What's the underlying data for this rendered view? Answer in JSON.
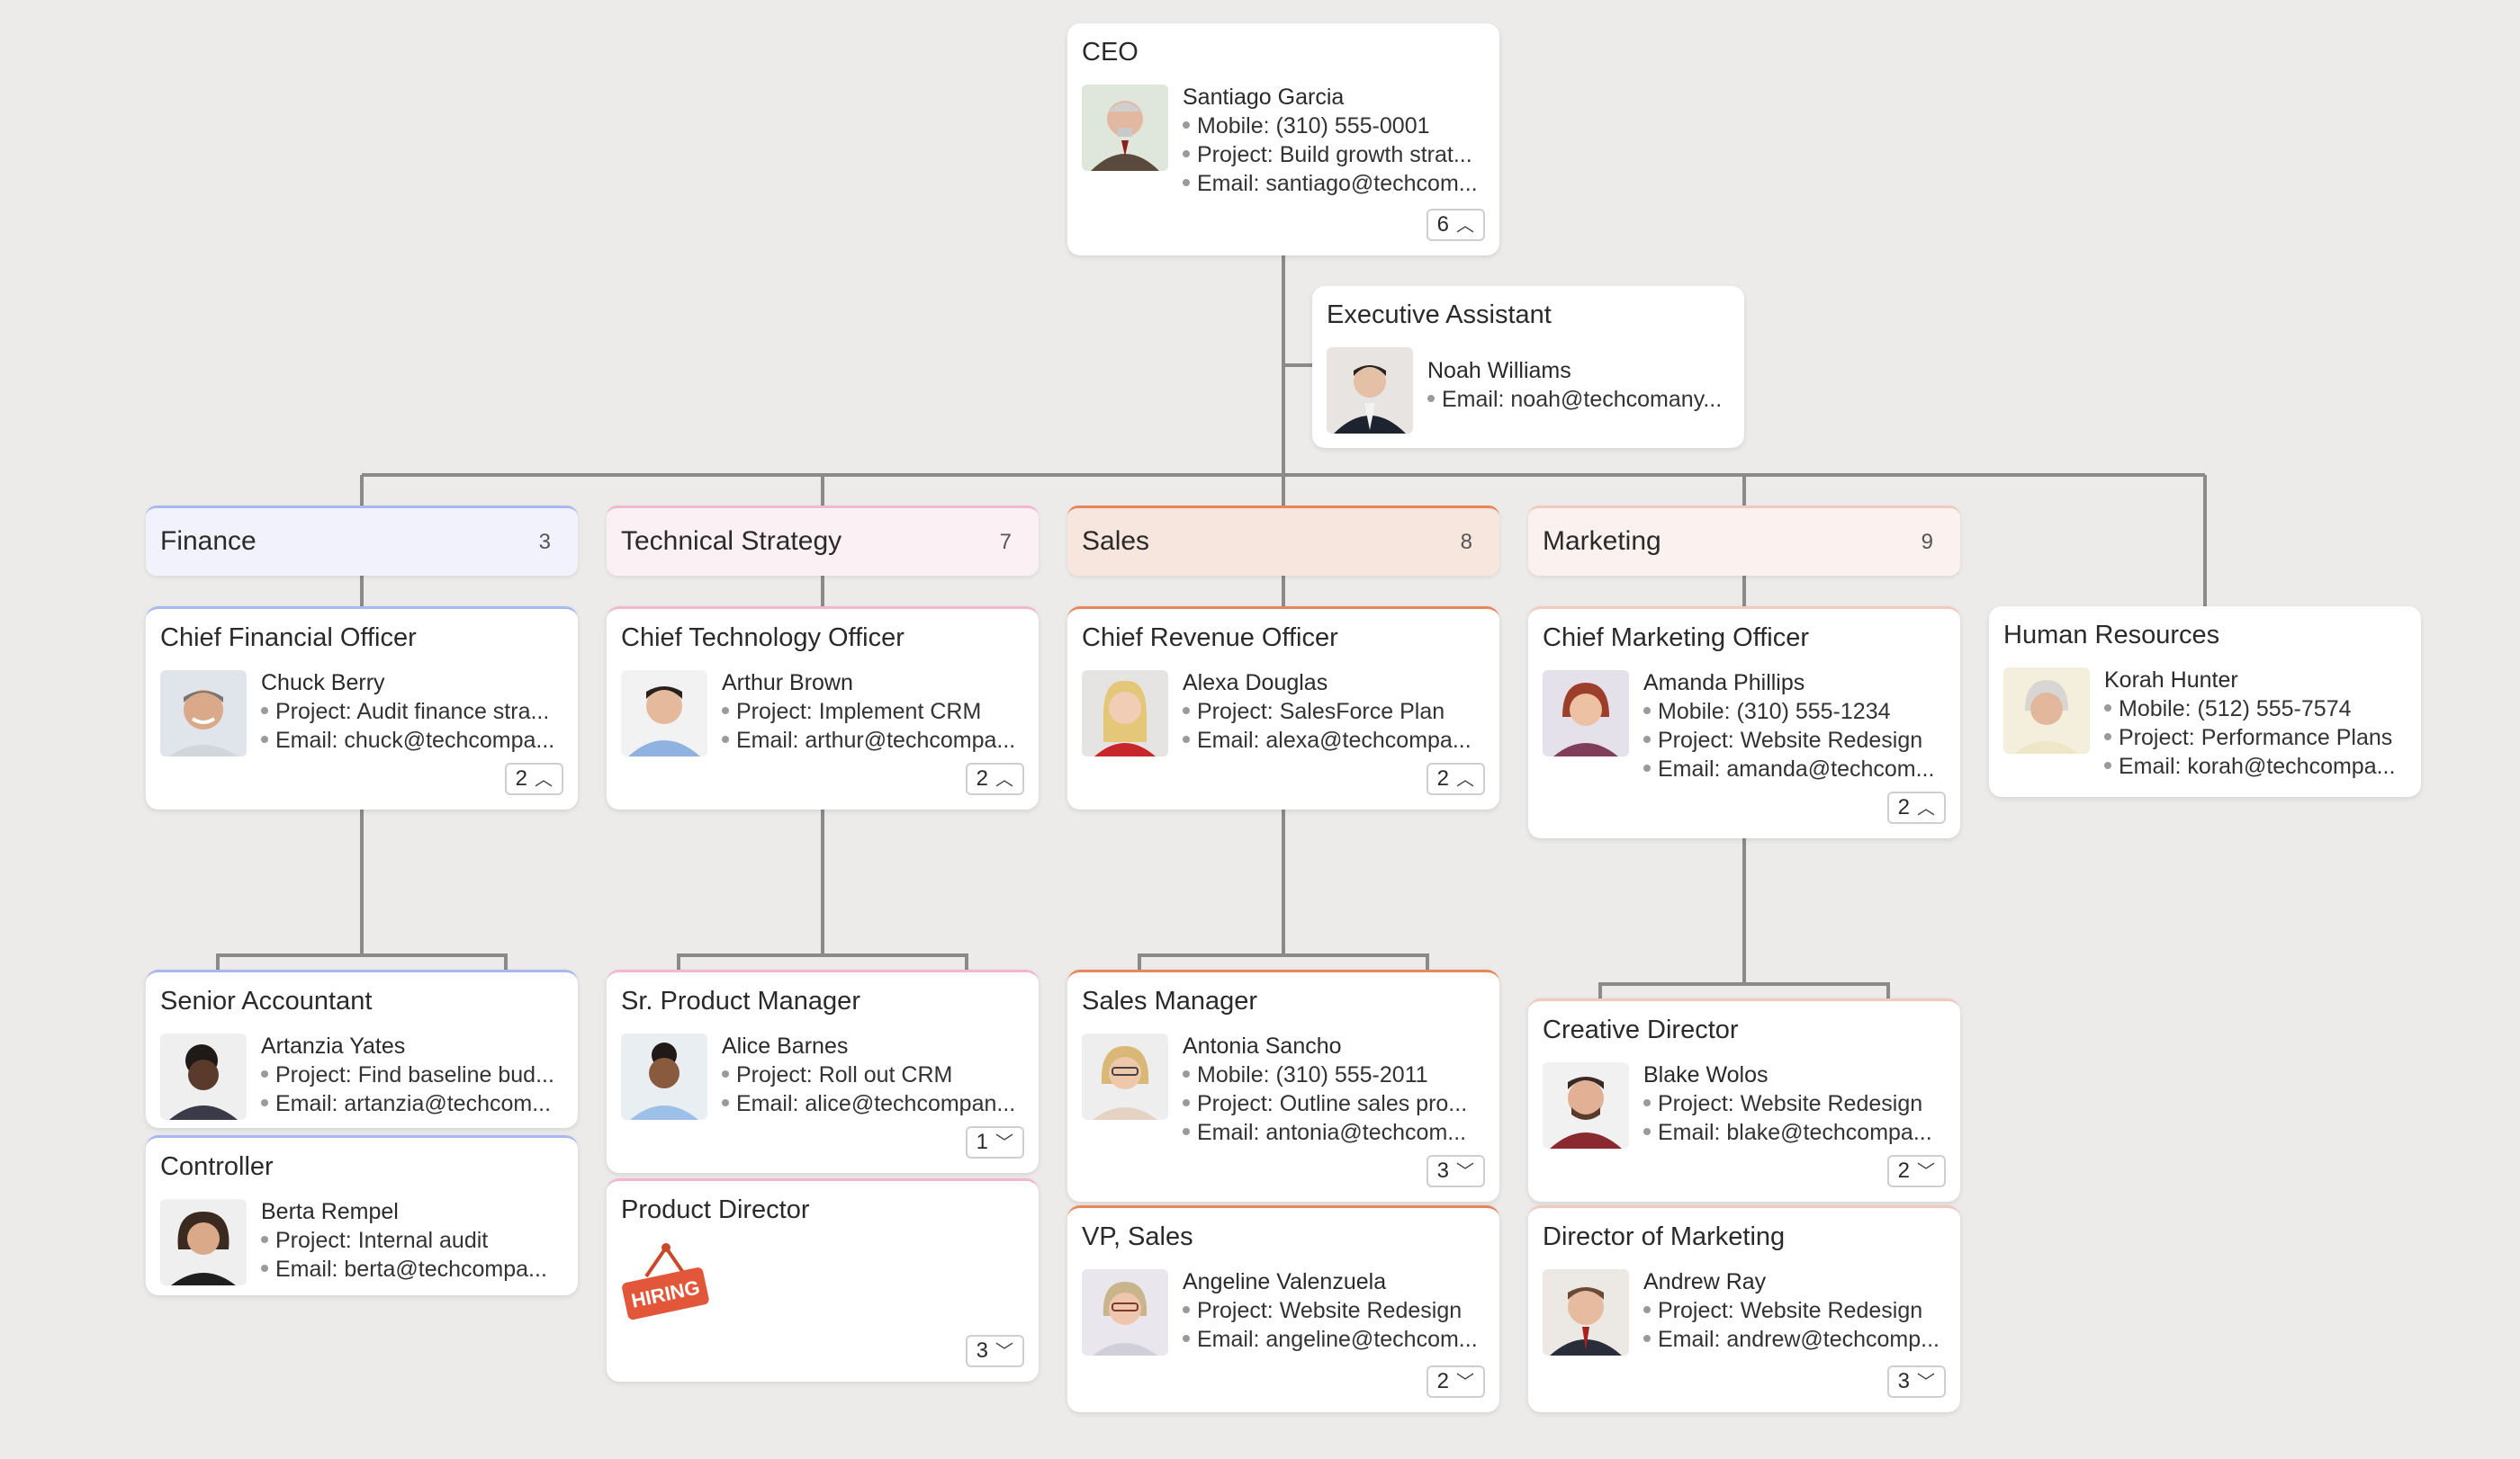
{
  "colors": {
    "finance": "#aab8f0",
    "technical_strategy": "#f3b6cf",
    "sales": "#e7865a",
    "marketing": "#f2c9be",
    "connector": "#8a8a8a"
  },
  "ceo": {
    "title": "CEO",
    "name": "Santiago Garcia",
    "mobile": "Mobile: (310) 555-0001",
    "project": "Project: Build growth strat...",
    "email": "Email: santiago@techcom...",
    "count": "6",
    "chevron": "up"
  },
  "assistant": {
    "title": "Executive Assistant",
    "name": "Noah Williams",
    "email": "Email: noah@techcomany..."
  },
  "groups": {
    "finance": {
      "name": "Finance",
      "count": "3"
    },
    "tech": {
      "name": "Technical Strategy",
      "count": "7"
    },
    "sales": {
      "name": "Sales",
      "count": "8"
    },
    "marketing": {
      "name": "Marketing",
      "count": "9"
    }
  },
  "cfo": {
    "title": "Chief Financial Officer",
    "name": "Chuck Berry",
    "project": "Project: Audit finance stra...",
    "email": "Email: chuck@techcompa...",
    "count": "2",
    "chevron": "up"
  },
  "cto": {
    "title": "Chief Technology Officer",
    "name": "Arthur Brown",
    "project": "Project: Implement CRM",
    "email": "Email: arthur@techcompa...",
    "count": "2",
    "chevron": "up"
  },
  "cro": {
    "title": "Chief Revenue Officer",
    "name": "Alexa Douglas",
    "project": "Project: SalesForce Plan",
    "email": "Email: alexa@techcompa...",
    "count": "2",
    "chevron": "up"
  },
  "cmo": {
    "title": "Chief Marketing Officer",
    "name": "Amanda Phillips",
    "mobile": "Mobile: (310) 555-1234",
    "project": "Project: Website Redesign",
    "email": "Email: amanda@techcom...",
    "count": "2",
    "chevron": "up"
  },
  "hr": {
    "title": "Human Resources",
    "name": "Korah Hunter",
    "mobile": "Mobile: (512) 555-7574",
    "project": "Project: Performance Plans",
    "email": "Email: korah@techcompa..."
  },
  "senior_accountant": {
    "title": "Senior Accountant",
    "name": "Artanzia Yates",
    "project": "Project: Find baseline bud...",
    "email": "Email: artanzia@techcom..."
  },
  "controller": {
    "title": "Controller",
    "name": "Berta Rempel",
    "project": "Project: Internal audit",
    "email": "Email: berta@techcompa..."
  },
  "sr_pm": {
    "title": "Sr. Product Manager",
    "name": "Alice Barnes",
    "project": "Project: Roll out CRM",
    "email": "Email: alice@techcompan...",
    "count": "1",
    "chevron": "down"
  },
  "product_director": {
    "title": "Product Director",
    "badge": "HIRING",
    "count": "3",
    "chevron": "down"
  },
  "sales_manager": {
    "title": "Sales Manager",
    "name": "Antonia Sancho",
    "mobile": "Mobile: (310) 555-2011",
    "project": "Project: Outline sales pro...",
    "email": "Email: antonia@techcom...",
    "count": "3",
    "chevron": "down"
  },
  "vp_sales": {
    "title": "VP, Sales",
    "name": "Angeline Valenzuela",
    "project": "Project: Website Redesign",
    "email": "Email: angeline@techcom...",
    "count": "2",
    "chevron": "down"
  },
  "creative_director": {
    "title": "Creative Director",
    "name": "Blake Wolos",
    "project": "Project: Website Redesign",
    "email": "Email: blake@techcompa...",
    "count": "2",
    "chevron": "down"
  },
  "director_marketing": {
    "title": "Director of Marketing",
    "name": "Andrew Ray",
    "project": "Project: Website Redesign",
    "email": "Email: andrew@techcomp...",
    "count": "3",
    "chevron": "down"
  }
}
